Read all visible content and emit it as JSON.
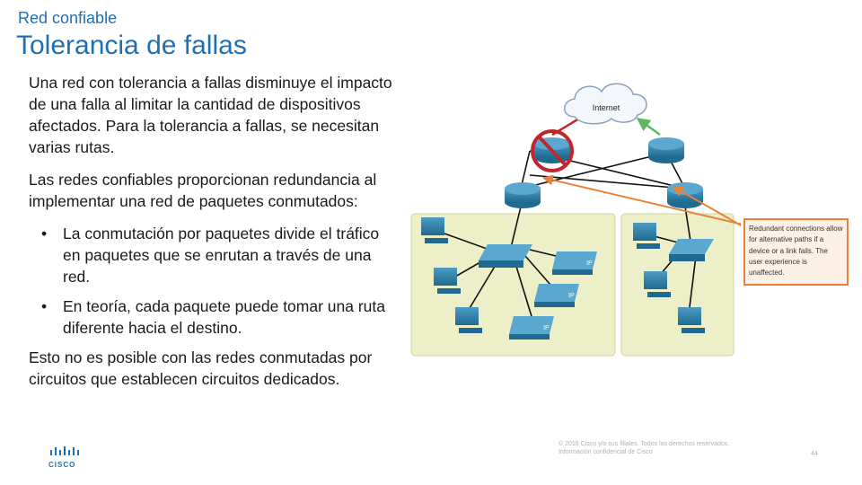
{
  "header": {
    "section": "Red confiable",
    "title": "Tolerancia de fallas"
  },
  "content": {
    "para1": "Una red con tolerancia a fallas disminuye el impacto de una falla al limitar la cantidad de dispositivos afectados. Para la tolerancia a fallas, se necesitan varias rutas.",
    "para2": "Las redes confiables proporcionan redundancia al implementar una red de paquetes conmutados:",
    "bullets": [
      "La conmutación por paquetes divide el tráfico en paquetes que se enrutan a través de una red.",
      "En teoría, cada paquete puede tomar una ruta diferente hacia el destino."
    ],
    "para3": "Esto no es posible con las redes conmutadas por circuitos que establecen circuitos dedicados."
  },
  "diagram": {
    "cloud_label": "Internet",
    "ip_label": "IP",
    "callout": "Redundant connections allow for alternative paths if a device or a link fails. The user experience is unaffected."
  },
  "footer": {
    "logo_text": "CISCO",
    "legal_line1": "© 2016 Cisco y/o sus filiales. Todos los derechos reservados.",
    "legal_line2": "Información confidencial de Cisco",
    "page_number": "44"
  },
  "colors": {
    "accent": "#1f6fb5",
    "device": "#2f7fa8",
    "lan_bg": "#ecefc8",
    "callout_border": "#e8823a",
    "fail_red": "#c0262d",
    "good_green": "#5cb85c"
  }
}
